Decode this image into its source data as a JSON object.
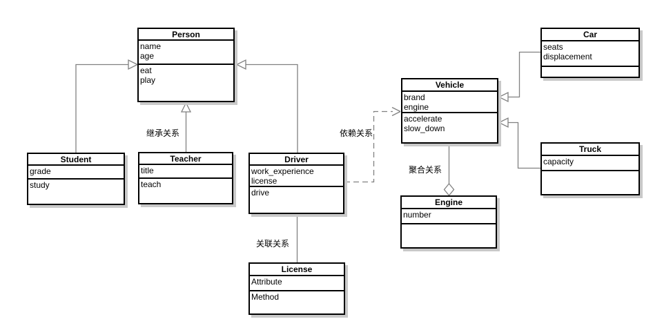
{
  "classes": {
    "person": {
      "name": "Person",
      "attributes": [
        "name",
        "age"
      ],
      "methods": [
        "eat",
        "play"
      ]
    },
    "student": {
      "name": "Student",
      "attributes": [
        "grade"
      ],
      "methods": [
        "study"
      ]
    },
    "teacher": {
      "name": "Teacher",
      "attributes": [
        "title"
      ],
      "methods": [
        "teach"
      ]
    },
    "driver": {
      "name": "Driver",
      "attributes": [
        "work_experience",
        "license"
      ],
      "methods": [
        "drive"
      ]
    },
    "license": {
      "name": "License",
      "attributes": [
        "Attribute"
      ],
      "methods": [
        "Method"
      ]
    },
    "vehicle": {
      "name": "Vehicle",
      "attributes": [
        "brand",
        "engine"
      ],
      "methods": [
        "accelerate",
        "slow_down"
      ]
    },
    "engine": {
      "name": "Engine",
      "attributes": [
        "number"
      ],
      "methods": []
    },
    "car": {
      "name": "Car",
      "attributes": [
        "seats",
        "displacement"
      ],
      "methods": []
    },
    "truck": {
      "name": "Truck",
      "attributes": [
        "capacity"
      ],
      "methods": []
    }
  },
  "relationships": {
    "inheritance_label": "继承关系",
    "dependency_label": "依赖关系",
    "association_label": "关联关系",
    "aggregation_label": "聚合关系"
  },
  "colors": {
    "connector": "#808080",
    "box_border": "#000000",
    "box_shadow": "#c9c9c9",
    "background": "#ffffff"
  }
}
